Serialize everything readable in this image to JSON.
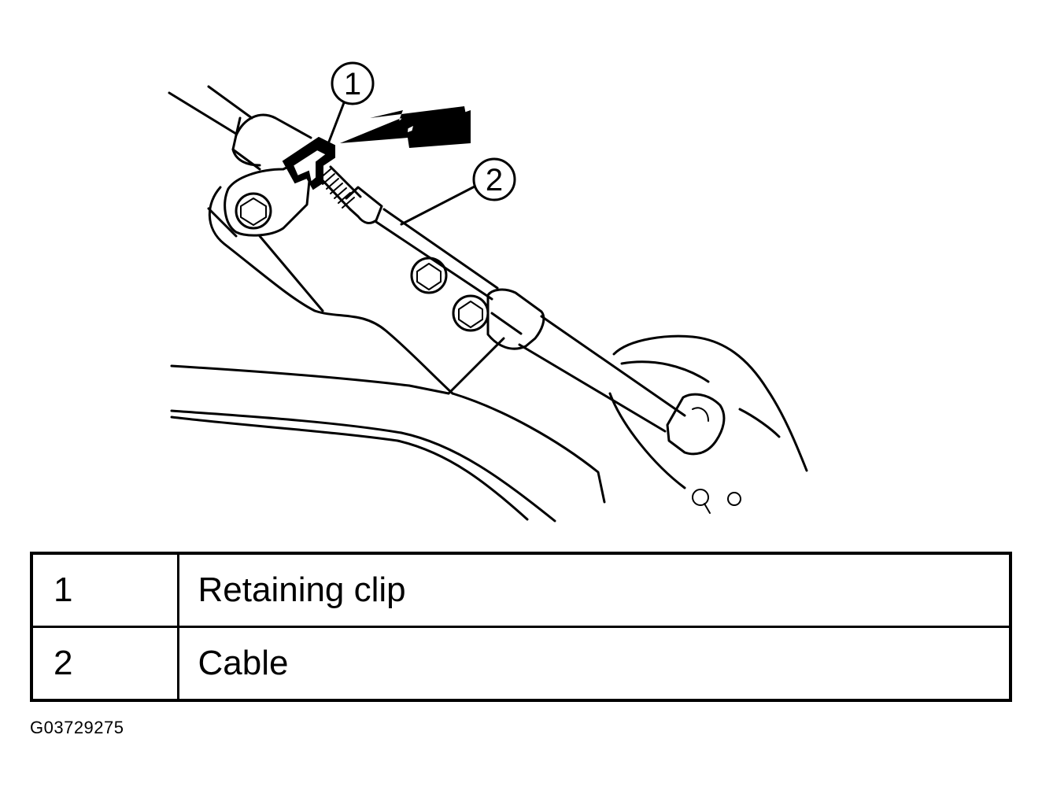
{
  "callouts": [
    {
      "number": "1",
      "target": "retaining-clip"
    },
    {
      "number": "2",
      "target": "cable"
    }
  ],
  "legend": [
    {
      "number": "1",
      "description": "Retaining clip"
    },
    {
      "number": "2",
      "description": "Cable"
    }
  ],
  "figure_id": "G03729275",
  "colors": {
    "ink": "#000000",
    "paper": "#ffffff"
  }
}
